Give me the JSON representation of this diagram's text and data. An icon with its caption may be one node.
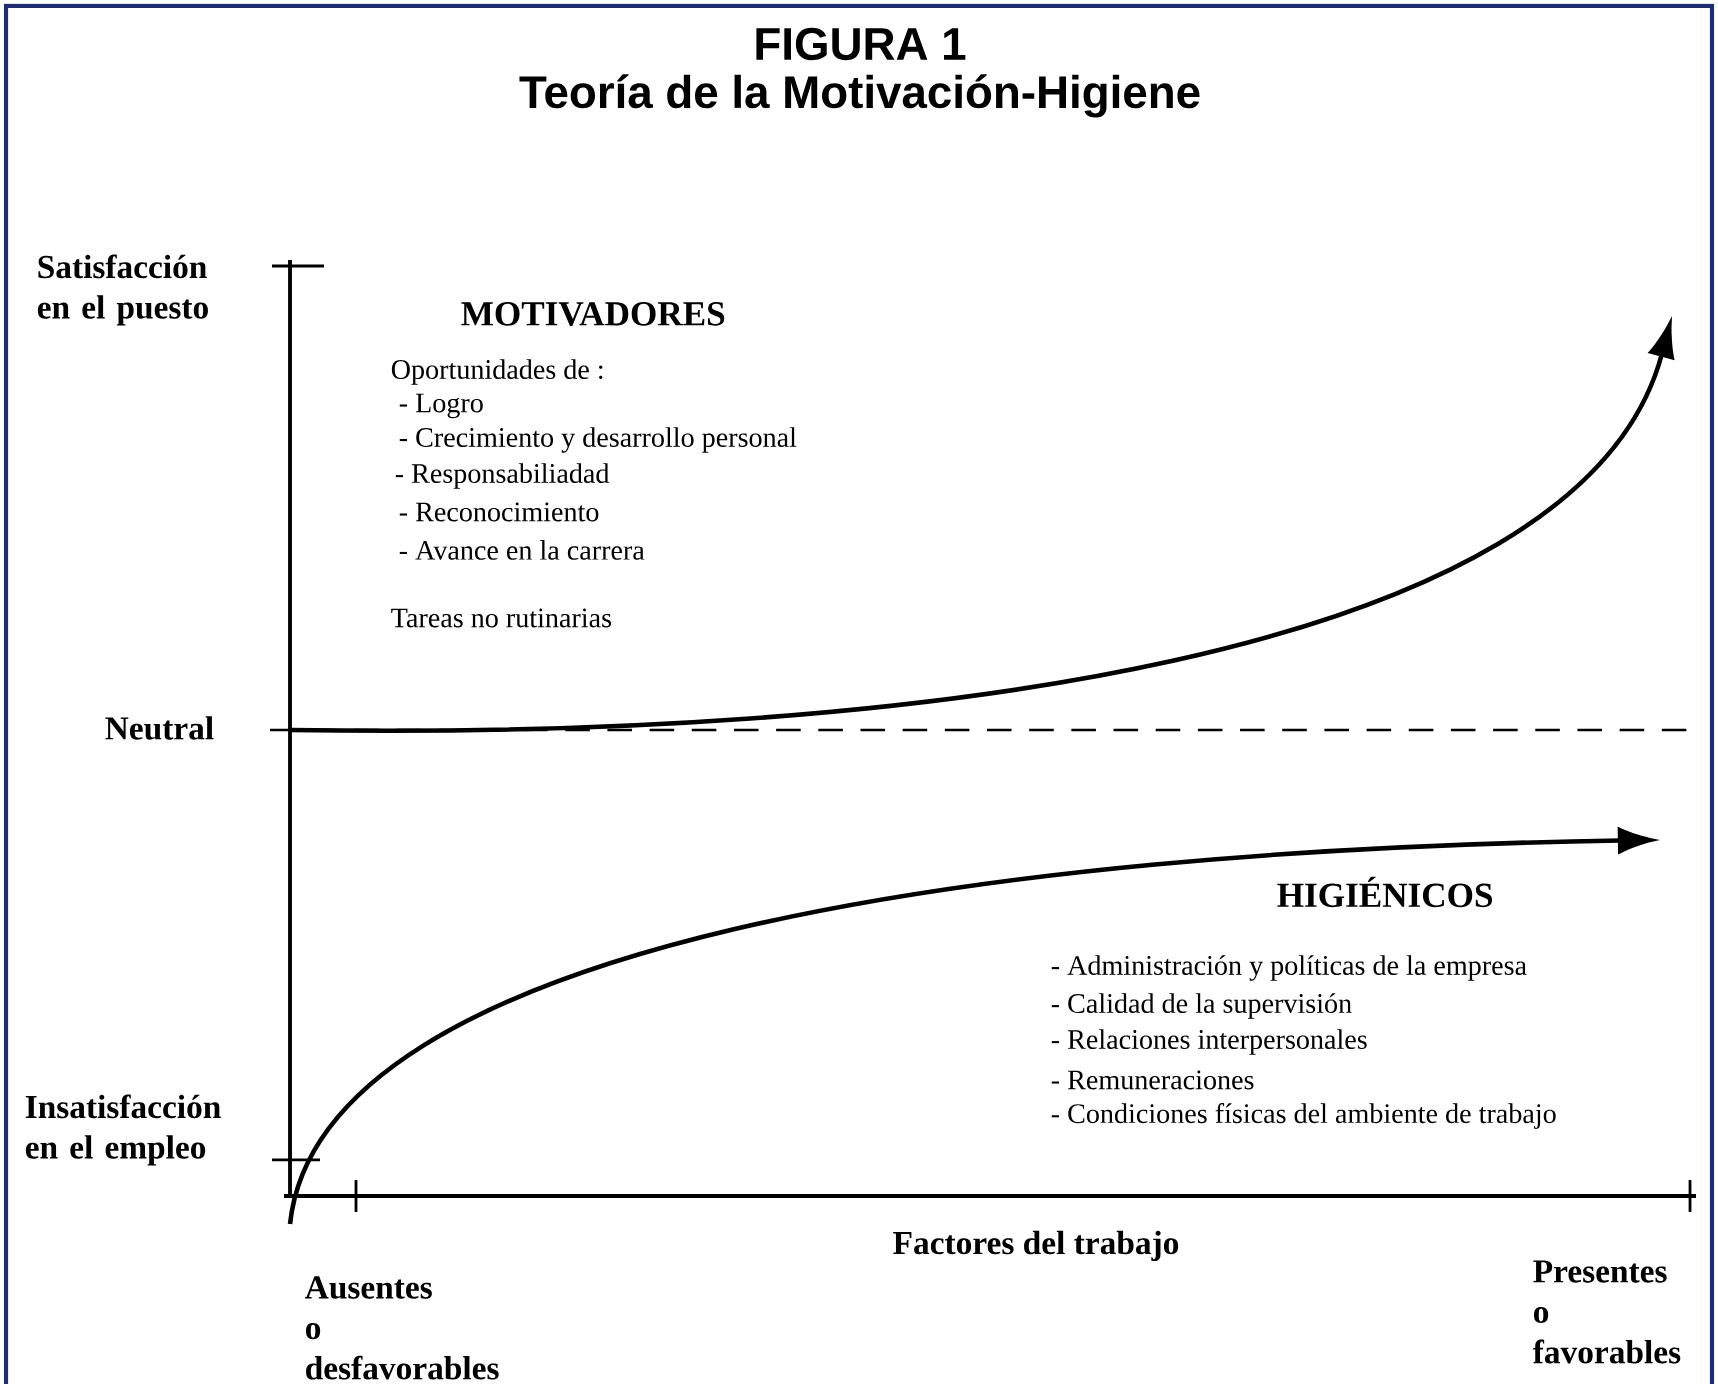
{
  "diagram": {
    "title": "Teoría de la Motivación-Higiene",
    "labels": [
      "FIGURA 1",
      "Satisfacción en el puesto",
      "MOTIVADORES",
      "Oportunidades de :",
      "- Logro",
      "- Crecimiento y desarrollo personal",
      "-  Responsabiliadad",
      "- Reconocimiento",
      "- Avance en la carrera",
      "Tareas no rutinarias",
      "Neutral",
      "HIGIÉNICOS",
      "- Administración y políticas de la empresa",
      "- Calidad de la supervisión",
      "- Relaciones interpersonales",
      "- Remuneraciones",
      "- Condiciones físicas del ambiente de trabajo",
      "Insatisfacción en el empleo",
      "Factores del trabajo",
      "Presentes o favorables",
      "Ausentes o desfavorables"
    ]
  }
}
